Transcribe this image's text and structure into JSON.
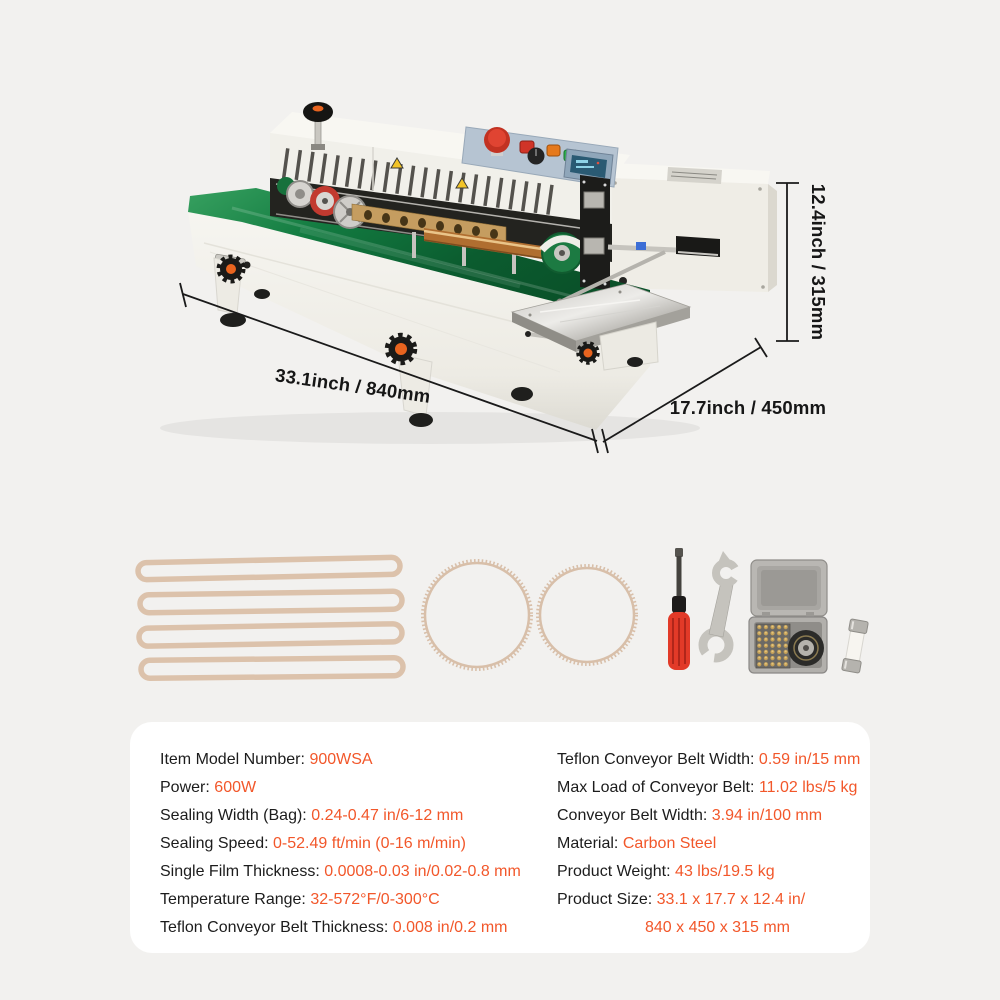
{
  "page": {
    "background": "#f2f1ef"
  },
  "colors": {
    "accent_orange": "#f2572a",
    "label_text": "#1c1c1c",
    "card_background": "#ffffff",
    "belt_green": "#0f6b37",
    "machine_body": "#f1f0ea"
  },
  "dimensions": {
    "length": "33.1inch / 840mm",
    "depth": "17.7inch / 450mm",
    "height": "12.4inch / 315mm"
  },
  "accessories": {
    "items": [
      "teflon-belt-strip",
      "teflon-belt-strip",
      "teflon-belt-strip",
      "teflon-belt-strip",
      "round-toothed-belt",
      "round-toothed-belt",
      "screwdriver",
      "open-end-wrench",
      "stamp-character-box",
      "fuse"
    ]
  },
  "specs": {
    "left": [
      {
        "label": "Item Model Number:",
        "value": "900WSA"
      },
      {
        "label": "Power:",
        "value": "600W"
      },
      {
        "label": "Sealing Width (Bag):",
        "value": "0.24-0.47 in/6-12 mm"
      },
      {
        "label": "Sealing Speed:",
        "value": "0-52.49 ft/min (0-16 m/min)"
      },
      {
        "label": "Single Film Thickness:",
        "value": "0.0008-0.03 in/0.02-0.8 mm"
      },
      {
        "label": "Temperature Range:",
        "value": "32-572°F/0-300°C"
      },
      {
        "label": "Teflon Conveyor Belt Thickness:",
        "value": "0.008 in/0.2 mm"
      }
    ],
    "right": [
      {
        "label": "Teflon Conveyor Belt Width:",
        "value": "0.59 in/15 mm"
      },
      {
        "label": "Max Load of Conveyor Belt:",
        "value": "11.02 lbs/5 kg"
      },
      {
        "label": "Conveyor Belt Width:",
        "value": "3.94 in/100 mm"
      },
      {
        "label": "Material:",
        "value": "Carbon Steel"
      },
      {
        "label": "Product Weight:",
        "value": "43 lbs/19.5 kg"
      },
      {
        "label": "Product Size:",
        "value": "33.1 x 17.7 x 12.4 in/"
      },
      {
        "label": "",
        "value": "840 x 450 x 315 mm"
      }
    ]
  }
}
